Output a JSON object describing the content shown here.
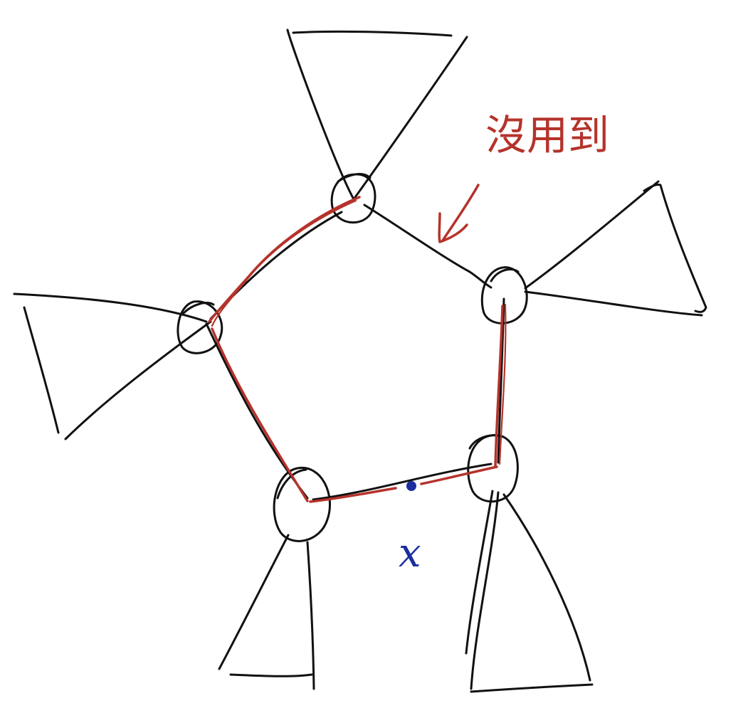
{
  "diagram": {
    "annotation_note": "沒用到",
    "point_label": "x",
    "colors": {
      "ink": "#111111",
      "path": "#b5332b",
      "point": "#1a2ea0",
      "background": "#ffffff"
    },
    "node_count": 5,
    "subtree_count": 5,
    "highlighted_path": [
      "top",
      "left",
      "bottom-left",
      "x",
      "bottom-right",
      "right"
    ],
    "unused_edge": [
      "top",
      "right"
    ]
  }
}
